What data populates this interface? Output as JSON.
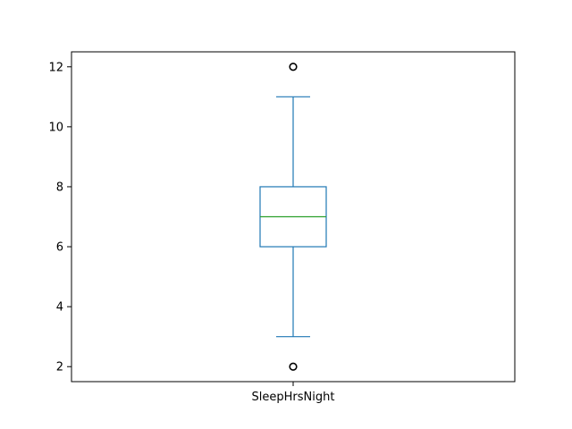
{
  "chart_data": {
    "type": "box",
    "title": "",
    "xlabel": "",
    "ylabel": "",
    "categories": [
      "SleepHrsNight"
    ],
    "boxes": [
      {
        "name": "SleepHrsNight",
        "whisker_low": 3,
        "q1": 6,
        "median": 7,
        "q3": 8,
        "whisker_high": 11,
        "outliers": [
          2,
          12
        ]
      }
    ],
    "ylim": [
      1.5,
      12.5
    ],
    "yticks": [
      "2",
      "4",
      "6",
      "8",
      "10",
      "12"
    ],
    "grid": false,
    "colors": {
      "box": "#1f77b4",
      "median": "#2ca02c",
      "outlier": "#000000",
      "axis": "#000000"
    }
  }
}
